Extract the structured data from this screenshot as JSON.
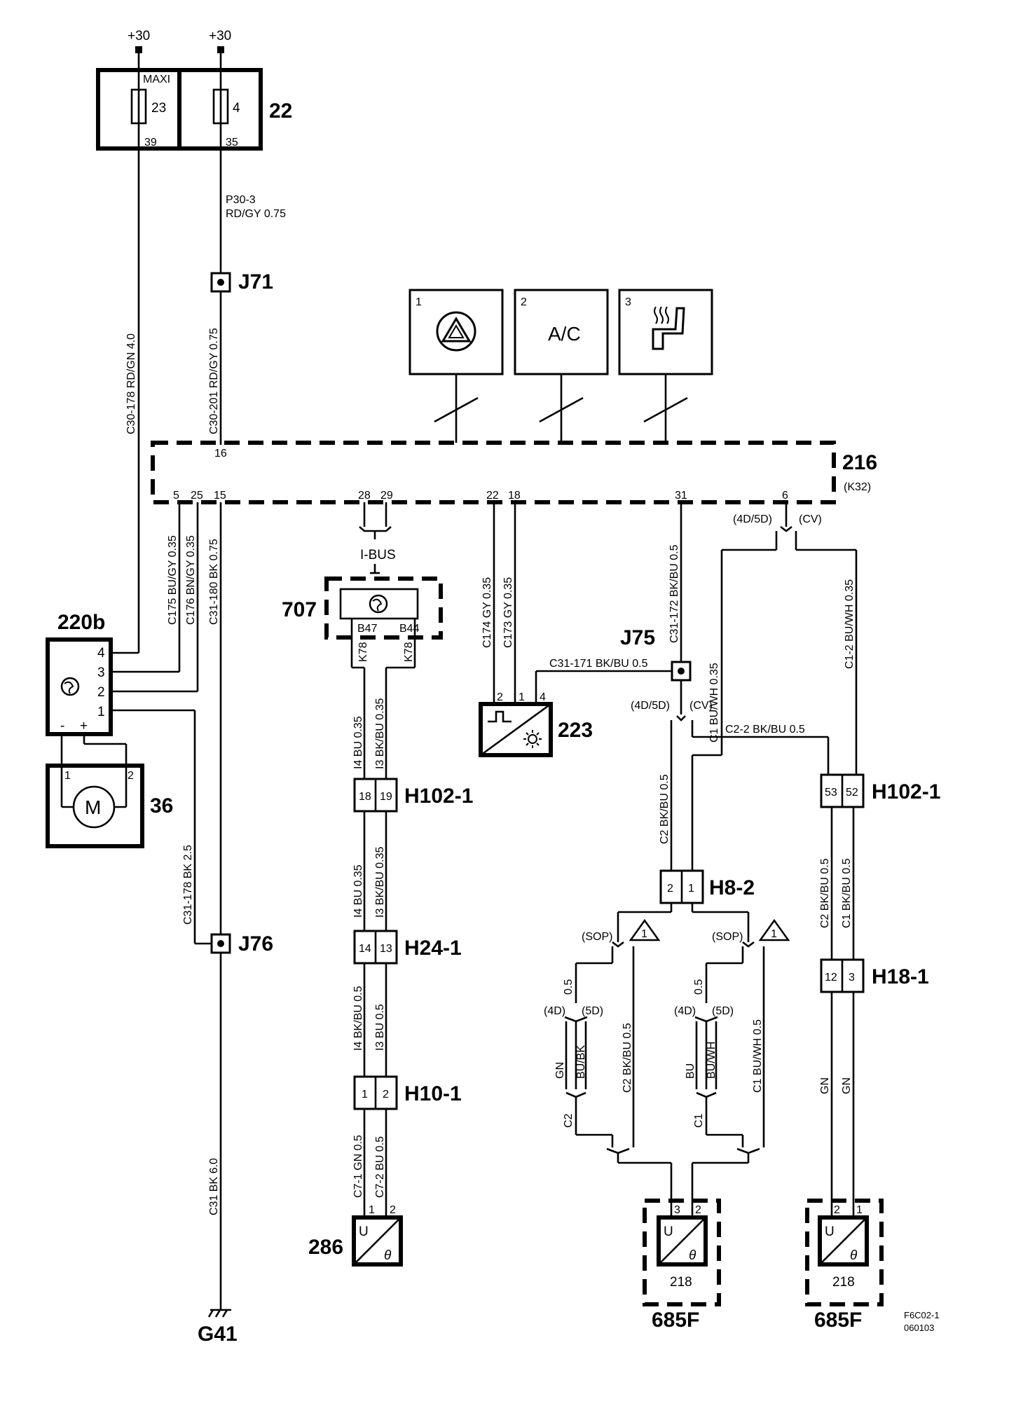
{
  "power": {
    "label_a": "+30",
    "label_b": "+30"
  },
  "fusebox": {
    "id": "22",
    "maxi": "MAXI",
    "fuse_a": "23",
    "fuse_b": "4",
    "pin_a": "39",
    "pin_b": "35"
  },
  "wires": {
    "p30": "P30-3",
    "p30_spec": "RD/GY  0.75",
    "c30_178": "C30-178  RD/GN  4.0",
    "c30_201": "C30-201  RD/GY  0.75",
    "c175": "C175  BU/GY  0.35",
    "c176": "C176  BN/GY  0.35",
    "c31_180": "C31-180  BK  0.75",
    "c31_178": "C31-178  BK  2.5",
    "c31": "C31  BK  6.0",
    "c174": "C174  GY  0.35",
    "c173": "C173  GY  0.35",
    "c31_172": "C31-172  BK/BU  0.5",
    "c31_171": "C31-171 BK/BU  0.5",
    "c1_top": "C1  BU/WH  0.35",
    "c1_2": "C1-2  BU/WH  0.35",
    "c2_2": "C2-2  BK/BU  0.5",
    "c2_mid": "C2  BK/BU  0.5",
    "k78_a": "K78",
    "k78_b": "K78",
    "i4_a": "I4  BU  0.35",
    "i3_a": "I3  BK/BU  0.35",
    "i4_b": "I4  BU  0.35",
    "i3_b": "I3  BK/BU  0.35",
    "i4_c": "I4  BK/BU  0.5",
    "i3_c": "I3  BU  0.5",
    "c7_1": "C7-1  GN  0.5",
    "c7_2": "C7-2  BU  0.5",
    "c2_r": "C2  BK/BU  0.5",
    "c1_r": "C1  BK/BU  0.5",
    "gn_a": "GN",
    "gn_b": "GN",
    "sop_a_05": "0.5",
    "sop_a_gn": "GN",
    "sop_a_bubk": "BU/BK",
    "sop_a_c2": "C2",
    "sop_a_main": "C2  BK/BU  0.5",
    "sop_b_05": "0.5",
    "sop_b_bu": "BU",
    "sop_b_buwh": "BU/WH",
    "sop_b_c1": "C1",
    "sop_b_main": "C1  BU/WH  0.5"
  },
  "splices": {
    "j71": "J71",
    "j75": "J75",
    "j76": "J76"
  },
  "ground": "G41",
  "modules": {
    "box1_num": "1",
    "box2_num": "2",
    "box2_label": "A/C",
    "box3_num": "3",
    "acc_id": "216",
    "acc_sub": "(K32)",
    "pin16": "16",
    "pin5": "5",
    "pin25": "25",
    "pin15": "15",
    "pin28": "28",
    "pin29": "29",
    "pin22": "22",
    "pin18": "18",
    "pin31": "31",
    "pin6": "6",
    "ibus": "I-BUS",
    "variant_4d5d": "(4D/5D)",
    "variant_cv": "(CV)"
  },
  "fan_ctrl": {
    "id": "220b",
    "pin4": "4",
    "pin3": "3",
    "pin2": "2",
    "pin1": "1",
    "minus": "-",
    "plus": "+"
  },
  "motor": {
    "id": "36",
    "label": "M",
    "pin1": "1",
    "pin2": "2"
  },
  "unit707": {
    "id": "707",
    "b47": "B47",
    "b44": "B44"
  },
  "sensor223": {
    "id": "223",
    "pin2": "2",
    "pin1": "1",
    "pin4": "4"
  },
  "j75_variant": {
    "a": "(4D/5D)",
    "b": "(CV)"
  },
  "connectors": {
    "h102_left": {
      "id": "H102-1",
      "p1": "18",
      "p2": "19"
    },
    "h24": {
      "id": "H24-1",
      "p1": "14",
      "p2": "13"
    },
    "h10": {
      "id": "H10-1",
      "p1": "1",
      "p2": "2"
    },
    "h8": {
      "id": "H8-2",
      "p1": "2",
      "p2": "1"
    },
    "h102_right": {
      "id": "H102-1",
      "p1": "53",
      "p2": "52"
    },
    "h18": {
      "id": "H18-1",
      "p1": "12",
      "p2": "3"
    }
  },
  "sop": {
    "a": "(SOP)",
    "a_warn": "1",
    "a_4d": "(4D)",
    "a_5d": "(5D)",
    "b": "(SOP)",
    "b_warn": "1",
    "b_4d": "(4D)",
    "b_5d": "(5D)"
  },
  "sensor286": {
    "id": "286",
    "pin1": "1",
    "pin2": "2",
    "u": "U",
    "theta": "θ"
  },
  "sensor218a": {
    "id": "218",
    "housing": "685F",
    "pin3": "3",
    "pin2": "2",
    "u": "U",
    "theta": "θ"
  },
  "sensor218b": {
    "id": "218",
    "housing": "685F",
    "pin2": "2",
    "pin1": "1",
    "u": "U",
    "theta": "θ"
  },
  "footer": {
    "code": "F6C02-1",
    "date": "060103"
  }
}
